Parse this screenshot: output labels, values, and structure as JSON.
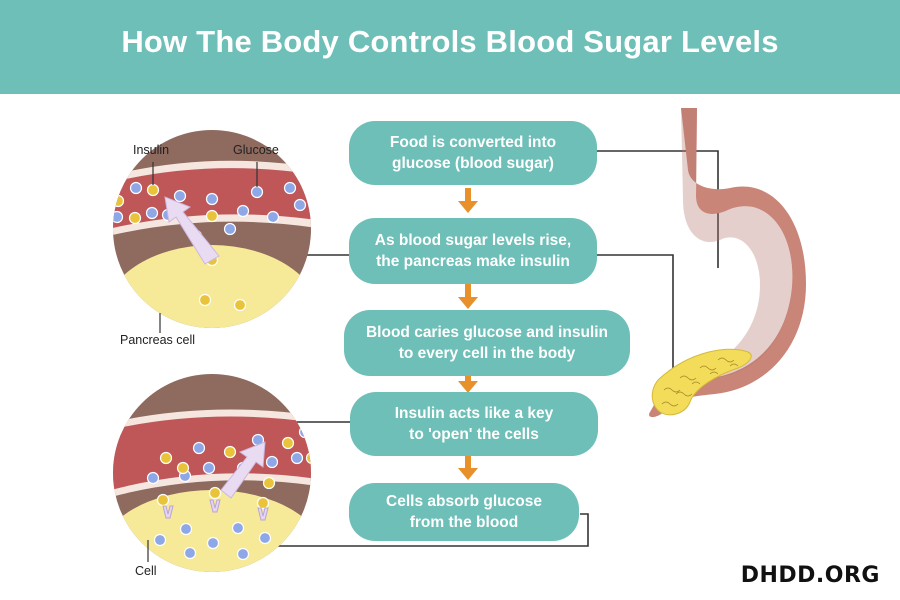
{
  "title": "How The Body Controls Blood Sugar Levels",
  "steps": [
    "Food is converted into\nglucose (blood sugar)",
    "As blood sugar levels rise,\nthe pancreas make insulin",
    "Blood caries glucose and insulin\nto every cell in the body",
    "Insulin acts like a key\nto 'open' the cells",
    "Cells absorb glucose\nfrom the blood"
  ],
  "labels": {
    "insulin": "Insulin",
    "glucose": "Glucose",
    "pancreas_cell": "Pancreas cell",
    "cell": "Cell"
  },
  "brand": "DHDD.ORG",
  "colors": {
    "header": "#6ebfb7",
    "arrow": "#e8912a",
    "vessel": "#bf5759",
    "tissue": "#8e6a5f",
    "cell": "#f6ea98",
    "insulin": "#e9c43a",
    "glucose": "#8ea7e6",
    "stomach": "#c98578"
  }
}
